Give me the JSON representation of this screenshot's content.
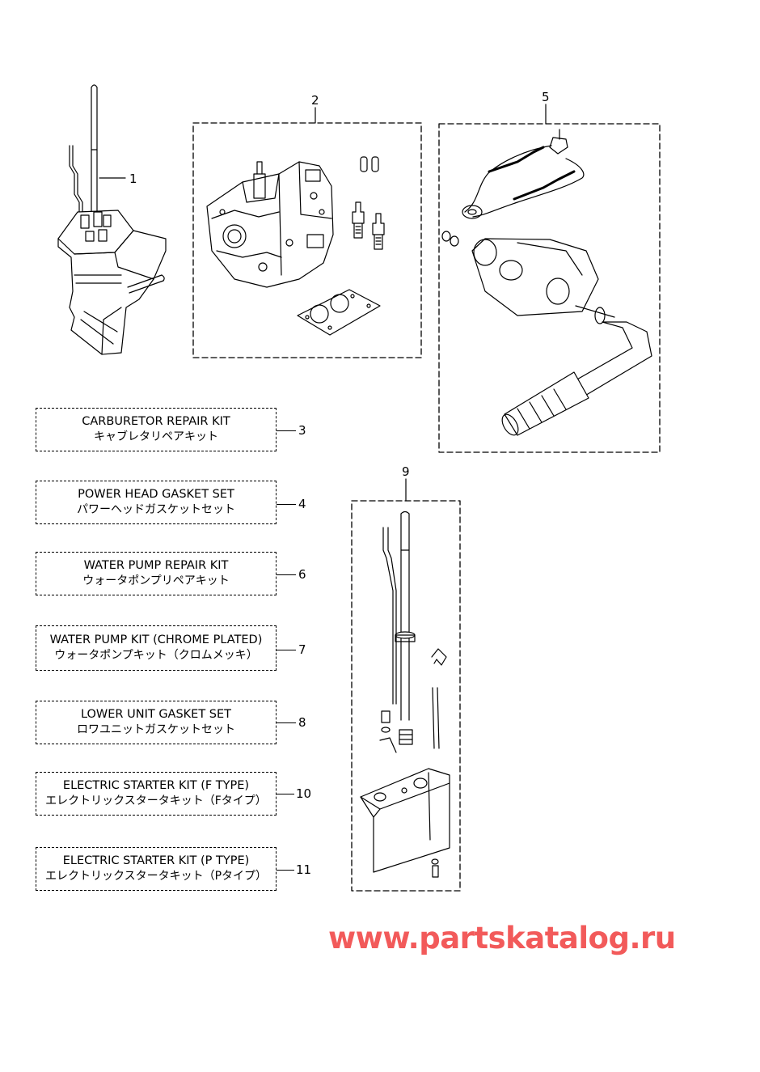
{
  "callouts": {
    "c1": "1",
    "c2": "2",
    "c5": "5",
    "c9": "9"
  },
  "kits": [
    {
      "number": "3",
      "line1": "CARBURETOR REPAIR KIT",
      "line2": "キャブレタリペアキット"
    },
    {
      "number": "4",
      "line1": "POWER HEAD GASKET SET",
      "line2": "パワーヘッドガスケットセット"
    },
    {
      "number": "6",
      "line1": "WATER PUMP REPAIR KIT",
      "line2": "ウォータポンプリペアキット"
    },
    {
      "number": "7",
      "line1": "WATER PUMP KIT (CHROME PLATED)",
      "line2": "ウォータポンプキット（クロムメッキ）"
    },
    {
      "number": "8",
      "line1": "LOWER UNIT GASKET SET",
      "line2": "ロワユニットガスケットセット"
    },
    {
      "number": "10",
      "line1": "ELECTRIC STARTER KIT (F TYPE)",
      "line2": "エレクトリックスタータキット（Fタイプ）"
    },
    {
      "number": "11",
      "line1": "ELECTRIC STARTER KIT (P TYPE)",
      "line2": "エレクトリックスタータキット（Pタイプ）"
    }
  ],
  "watermark": "www.partskatalog.ru",
  "colors": {
    "line": "#000000",
    "watermark": "#f25a5a"
  }
}
